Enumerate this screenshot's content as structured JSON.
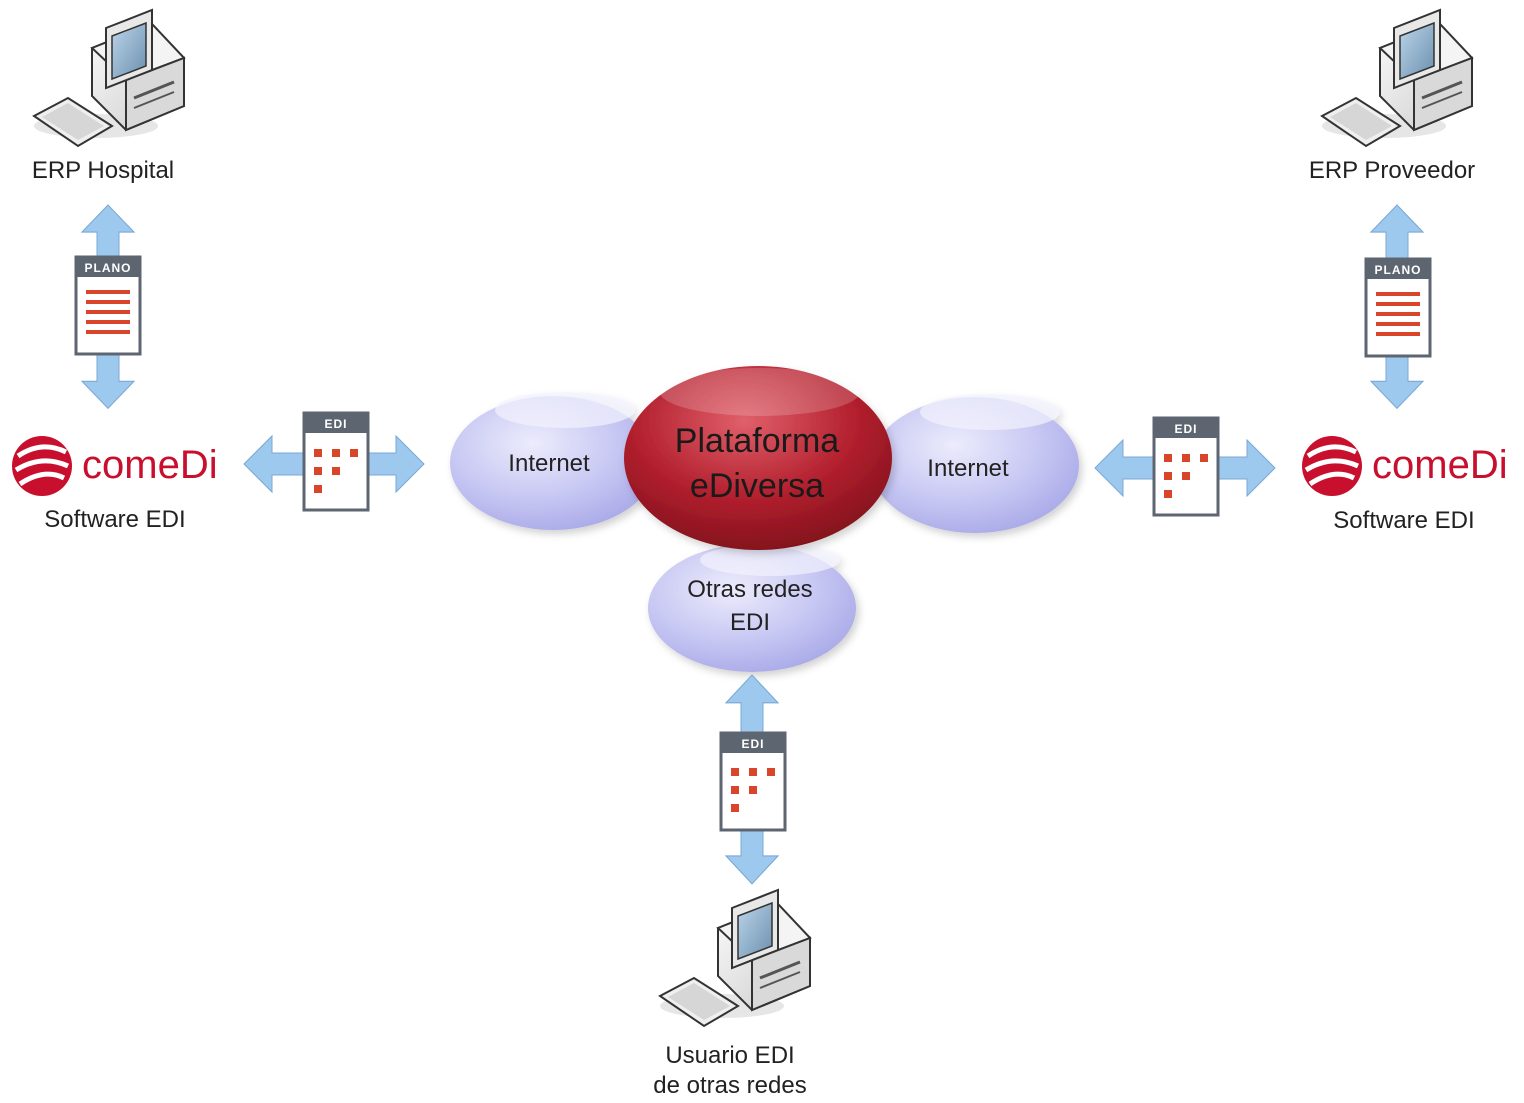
{
  "nodes": {
    "erp_hospital": "ERP Hospital",
    "erp_proveedor": "ERP Proveedor",
    "software_edi_left": "Software EDI",
    "software_edi_right": "Software EDI",
    "usuario_line1": "Usuario EDI",
    "usuario_line2": "de otras redes"
  },
  "clouds": {
    "internet_left": "Internet",
    "internet_right": "Internet",
    "otras_line1": "Otras redes",
    "otras_line2": "EDI",
    "center_line1": "Plataforma",
    "center_line2": "eDiversa"
  },
  "logos": {
    "comedi_left": "comeDi",
    "comedi_right": "comeDi"
  },
  "documents": {
    "plano_left": "PLANO",
    "plano_right": "PLANO",
    "edi_left": "EDI",
    "edi_right": "EDI",
    "edi_bottom": "EDI"
  },
  "colors": {
    "arrow": "#9ec9ef",
    "cloud": "#c9c9f5",
    "platform": "#b4202e",
    "document_header": "#5d6670",
    "document_mark": "#d8452a",
    "logo": "#c8102e"
  }
}
